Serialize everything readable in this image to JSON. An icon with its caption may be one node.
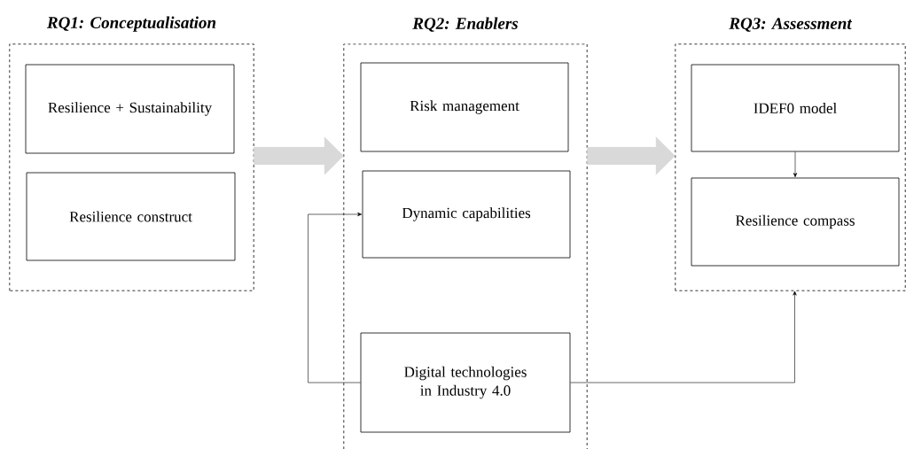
{
  "diagram": {
    "nodes": [
      {
        "text": [
          "RQ1: Conceptualisation"
        ]
      },
      {
        "text": [
          "Resilience + Sustainability"
        ],
        "in": 0
      },
      {
        "text": [
          "Resilience construct"
        ],
        "in": 0
      },
      {
        "text": [
          "RQ2: Enablers"
        ]
      },
      {
        "text": [
          "Risk management"
        ],
        "in": 3
      },
      {
        "text": [
          "Dynamic capabilities"
        ],
        "in": 3
      },
      {
        "text": [
          "Digital technologies in Industry 4.0"
        ],
        "in": 3
      },
      {
        "text": [
          "RQ3: Assessment"
        ]
      },
      {
        "text": [
          "IDEF0 model"
        ],
        "in": 7
      },
      {
        "text": [
          "Resilience compass"
        ],
        "in": 7
      }
    ],
    "edges": [
      {
        "from": 0,
        "to": 3,
        "arrow": "to",
        "style": "thick",
        "color": "#d9d9d9"
      },
      {
        "from": 3,
        "to": 7,
        "arrow": "to",
        "style": "thick",
        "color": "#d9d9d9"
      },
      {
        "from": 8,
        "to": 9,
        "arrow": "to"
      },
      {
        "from": 6,
        "to": 5,
        "arrow": "to"
      },
      {
        "from": 6,
        "to": 7,
        "arrow": "to"
      }
    ]
  }
}
